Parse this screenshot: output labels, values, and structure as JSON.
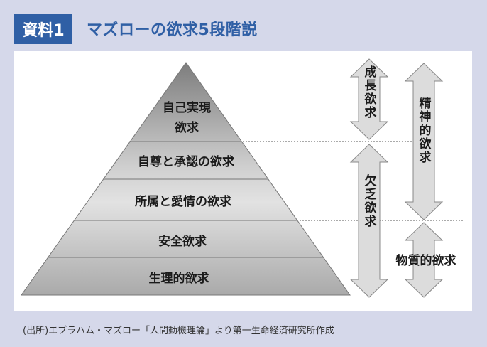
{
  "header": {
    "badge": "資料1",
    "title": "マズローの欲求5段階説"
  },
  "pyramid": {
    "levels": [
      {
        "line1": "自己実現",
        "line2": "欲求"
      },
      {
        "label": "自尊と承認の欲求"
      },
      {
        "label": "所属と愛情の欲求"
      },
      {
        "label": "安全欲求"
      },
      {
        "label": "生理的欲求"
      }
    ]
  },
  "arrows": {
    "growth": "成長欲求",
    "deficiency": "欠乏欲求",
    "spiritual": "精神的欲求",
    "material": "物質的欲求"
  },
  "footer": {
    "source": "(出所)エブラハム・マズロー「人間動機理論」より第一生命経済研究所作成"
  }
}
